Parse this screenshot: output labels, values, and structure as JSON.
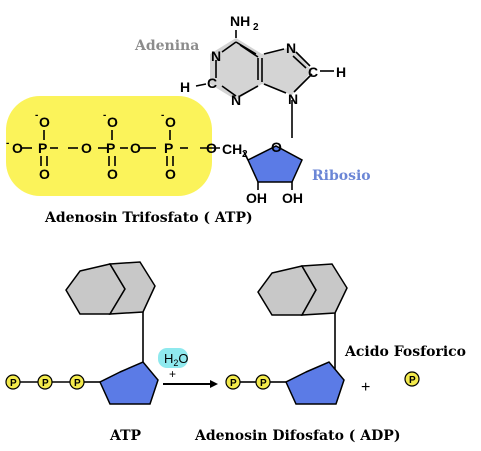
{
  "colors": {
    "phosphate_highlight": "#fbf35a",
    "adenine_ring": "#d4d4d4",
    "ribose_fill": "#5b7be6",
    "ring_gray": "#c8c8c8",
    "phosphate_ball": "#f3ea4c",
    "water_bubble": "#8fe9ee",
    "adenina_label": "#8c8c8c",
    "ribosio_label": "#6b86d6"
  },
  "top": {
    "adenina_label": "Adenina",
    "ribosio_label": "Ribosio",
    "caption": "Adenosin Trifosfato ( ATP)",
    "atoms": {
      "nh2": "NH",
      "nh2_sub": "2",
      "n": "N",
      "c": "C",
      "h": "H",
      "o": "O",
      "p": "P",
      "oh": "OH",
      "ch2": "CH",
      "ch2_sub": "2",
      "minus": "-"
    }
  },
  "bottom": {
    "water": "H2O",
    "water_main": "H",
    "water_sub": "2",
    "water_tail": "O",
    "plus_over_arrow": "+",
    "plus": "+",
    "p_symbol": "P",
    "atp_label": "ATP",
    "adp_label": "Adenosin Difosfato ( ADP)",
    "acid_label": "Acido Fosforico"
  }
}
